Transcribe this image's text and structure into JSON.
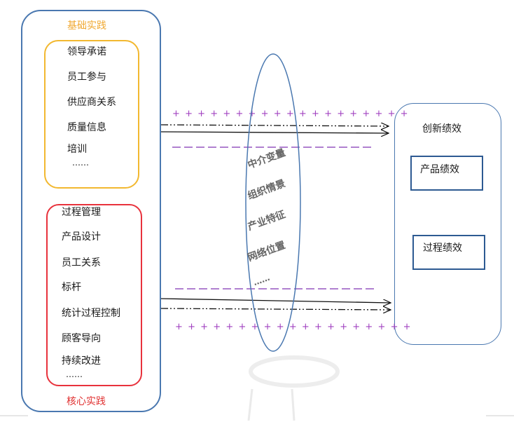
{
  "left_panel": {
    "basic": {
      "title": "基础实践",
      "items": [
        "领导承诺",
        "员工参与",
        "供应商关系",
        "质量信息",
        "培训",
        "……"
      ]
    },
    "core": {
      "title": "核心实践",
      "items": [
        "过程管理",
        "产品设计",
        "员工关系",
        "标杆",
        "统计过程控制",
        "顾客导向",
        "持续改进",
        "……"
      ]
    }
  },
  "center": {
    "items": [
      "中介变量",
      "组织情景",
      "产业特征",
      "网络位置",
      "……"
    ]
  },
  "right_panel": {
    "title": "创新绩效",
    "items": [
      "产品绩效",
      "过程绩效"
    ]
  },
  "colors": {
    "outer_border": "#4a78b0",
    "basic_border": "#f2b830",
    "core_border": "#e8323c",
    "plus_color": "#a040c0",
    "dash_color": "#b080d0"
  }
}
